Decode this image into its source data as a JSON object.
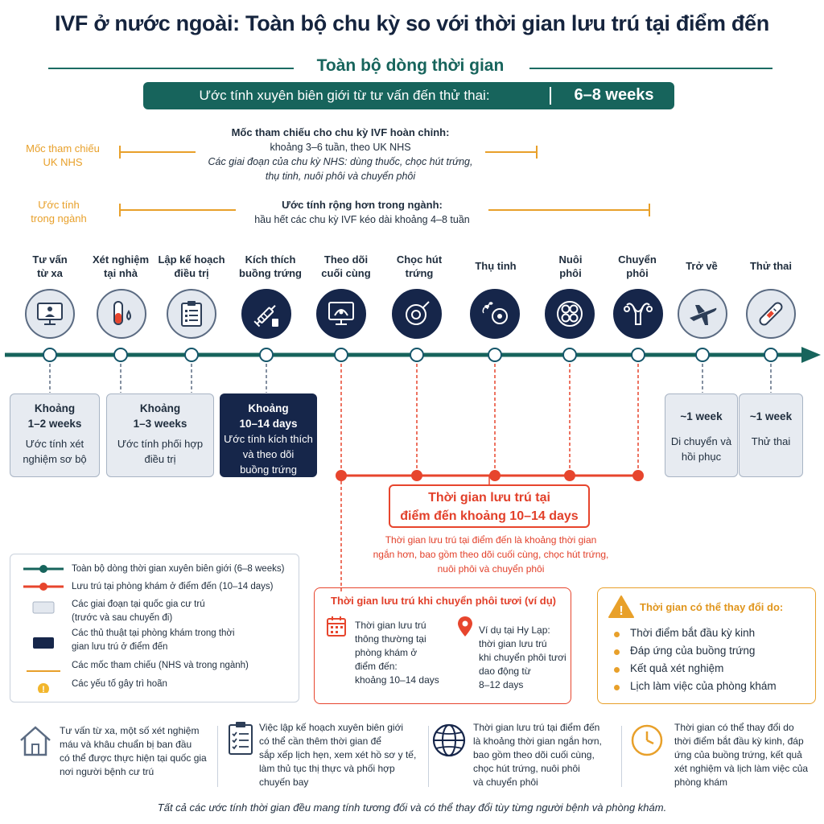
{
  "title": "IVF ở nước ngoài: Toàn bộ chu kỳ so với thời gian lưu trú tại điểm đến",
  "subtitle": "Toàn bộ dòng thời gian",
  "banner": {
    "label": "Ước tính xuyên biên giới từ tư vấn đến thử thai:",
    "value": "6–8 weeks"
  },
  "references": {
    "nhs": {
      "label_line1": "Mốc tham chiếu",
      "label_line2": "UK NHS",
      "heading": "Mốc tham chiếu cho chu kỳ IVF hoàn chỉnh:",
      "line1": "khoảng 3–6 tuần, theo UK NHS",
      "italic1": "Các giai đoạn của chu kỳ NHS: dùng thuốc, chọc hút trứng,",
      "italic2": "thụ tinh, nuôi phôi và chuyển phôi"
    },
    "industry": {
      "label_line1": "Ước tính",
      "label_line2": "trong ngành",
      "heading": "Ước tính rộng hơn trong ngành:",
      "line1": "hầu hết các chu kỳ IVF kéo dài khoảng 4–8 tuần"
    }
  },
  "stages": [
    {
      "l1": "Tư vấn",
      "l2": "từ xa",
      "icon": "monitor-user-icon"
    },
    {
      "l1": "Xét nghiệm",
      "l2": "tại nhà",
      "icon": "test-tube-icon"
    },
    {
      "l1": "Lập kế hoạch",
      "l2": "điều trị",
      "icon": "clipboard-icon"
    },
    {
      "l1": "Kích thích",
      "l2": "buồng trứng",
      "icon": "syringe-icon"
    },
    {
      "l1": "Theo dõi",
      "l2": "cuối cùng",
      "icon": "ultrasound-icon"
    },
    {
      "l1": "Chọc hút",
      "l2": "trứng",
      "icon": "egg-icon"
    },
    {
      "l1": "Thụ tinh",
      "l2": "",
      "icon": "sperm-egg-icon"
    },
    {
      "l1": "Nuôi",
      "l2": "phôi",
      "icon": "embryo-icon"
    },
    {
      "l1": "Chuyển",
      "l2": "phôi",
      "icon": "uterus-icon"
    },
    {
      "l1": "Trở về",
      "l2": "",
      "icon": "airplane-icon"
    },
    {
      "l1": "Thử thai",
      "l2": "",
      "icon": "pregnancy-test-icon"
    }
  ],
  "duration_boxes": [
    {
      "b1": "Khoảng",
      "b2": "1–2 weeks",
      "d1": "Ước tính xét",
      "d2": "nghiệm sơ bộ",
      "d3": ""
    },
    {
      "b1": "Khoảng",
      "b2": "1–3 weeks",
      "d1": "Ước tính phối hợp",
      "d2": "điều trị",
      "d3": ""
    },
    {
      "b1": "Khoảng",
      "b2": "10–14 days",
      "d1": "Ước tính kích thích",
      "d2": "và theo dõi",
      "d3": "buồng trứng"
    },
    {
      "b1": "~1 week",
      "b2": "",
      "d1": "Di chuyển và",
      "d2": "hồi phục",
      "d3": ""
    },
    {
      "b1": "~1 week",
      "b2": "",
      "d1": "Thử thai",
      "d2": "",
      "d3": ""
    }
  ],
  "stay": {
    "title1": "Thời gian lưu trú tại",
    "title2": "điểm đến khoảng 10–14 days",
    "desc1": "Thời gian lưu trú tại điểm đến là khoảng thời gian",
    "desc2": "ngắn hơn, bao gồm theo dõi cuối cùng, chọc hút trứng,",
    "desc3": "nuôi phôi và chuyển phôi"
  },
  "legend": [
    {
      "t1": "Toàn bộ dòng thời gian xuyên biên giới (6–8 weeks)",
      "t2": ""
    },
    {
      "t1": "Lưu trú tại phòng khám ở điểm đến (10–14 days)",
      "t2": ""
    },
    {
      "t1": "Các giai đoạn tại quốc gia cư trú",
      "t2": "(trước và sau chuyến đi)"
    },
    {
      "t1": "Các thủ thuật tại phòng khám trong thời",
      "t2": "gian lưu trú ở điểm đến"
    },
    {
      "t1": "Các mốc tham chiếu (NHS và trong ngành)",
      "t2": ""
    },
    {
      "t1": "Các yếu tố gây trì hoãn",
      "t2": ""
    }
  ],
  "fresh": {
    "title": "Thời gian lưu trú khi chuyển phôi tươi (ví dụ)",
    "left": [
      "Thời gian lưu trú",
      "thông thường tại",
      "phòng khám ở",
      "điểm đến:",
      "khoảng 10–14 days"
    ],
    "right": [
      "Ví dụ tại Hy Lạp:",
      "thời gian lưu trú",
      "khi chuyển phôi tươi",
      "dao động từ",
      "8–12 days"
    ]
  },
  "vary": {
    "title": "Thời gian có thể thay đổi do:",
    "items": [
      "Thời điểm bắt đầu kỳ kinh",
      "Đáp ứng của buồng trứng",
      "Kết quả xét nghiệm",
      "Lịch làm việc của phòng khám"
    ]
  },
  "notes": [
    {
      "icon": "house-icon",
      "lines": [
        "Tư vấn từ xa, một số xét nghiệm",
        "máu và khâu chuẩn bị ban đầu",
        "có thể được thực hiện tại quốc gia",
        "nơi người bệnh cư trú"
      ]
    },
    {
      "icon": "checklist-icon",
      "lines": [
        "Việc lập kế hoạch xuyên biên giới",
        "có thể cần thêm thời gian để",
        "sắp xếp lịch hẹn, xem xét hồ sơ y tế,",
        "làm thủ tục thị thực và phối hợp",
        "chuyến bay"
      ]
    },
    {
      "icon": "globe-icon",
      "lines": [
        "Thời gian lưu trú tại điểm đến",
        "là khoảng thời gian ngắn hơn,",
        "bao gồm theo dõi cuối cùng,",
        "chọc hút trứng, nuôi phôi",
        "và chuyển phôi"
      ]
    },
    {
      "icon": "clock-icon",
      "lines": [
        "Thời gian có thể thay đổi do",
        "thời điểm bắt đầu kỳ kinh, đáp",
        "ứng của buồng trứng, kết quả",
        "xét nghiệm và lịch làm việc của",
        "phòng khám"
      ]
    }
  ],
  "footer": "Tất cả các ước tính thời gian đều mang tính tương đối và có thể thay đổi tùy từng người bệnh và phòng khám.",
  "colors": {
    "teal": "#17645c",
    "navy": "#16264a",
    "red": "#e7452d",
    "orange": "#e8a02a",
    "light_box": "#e7ebf1"
  }
}
